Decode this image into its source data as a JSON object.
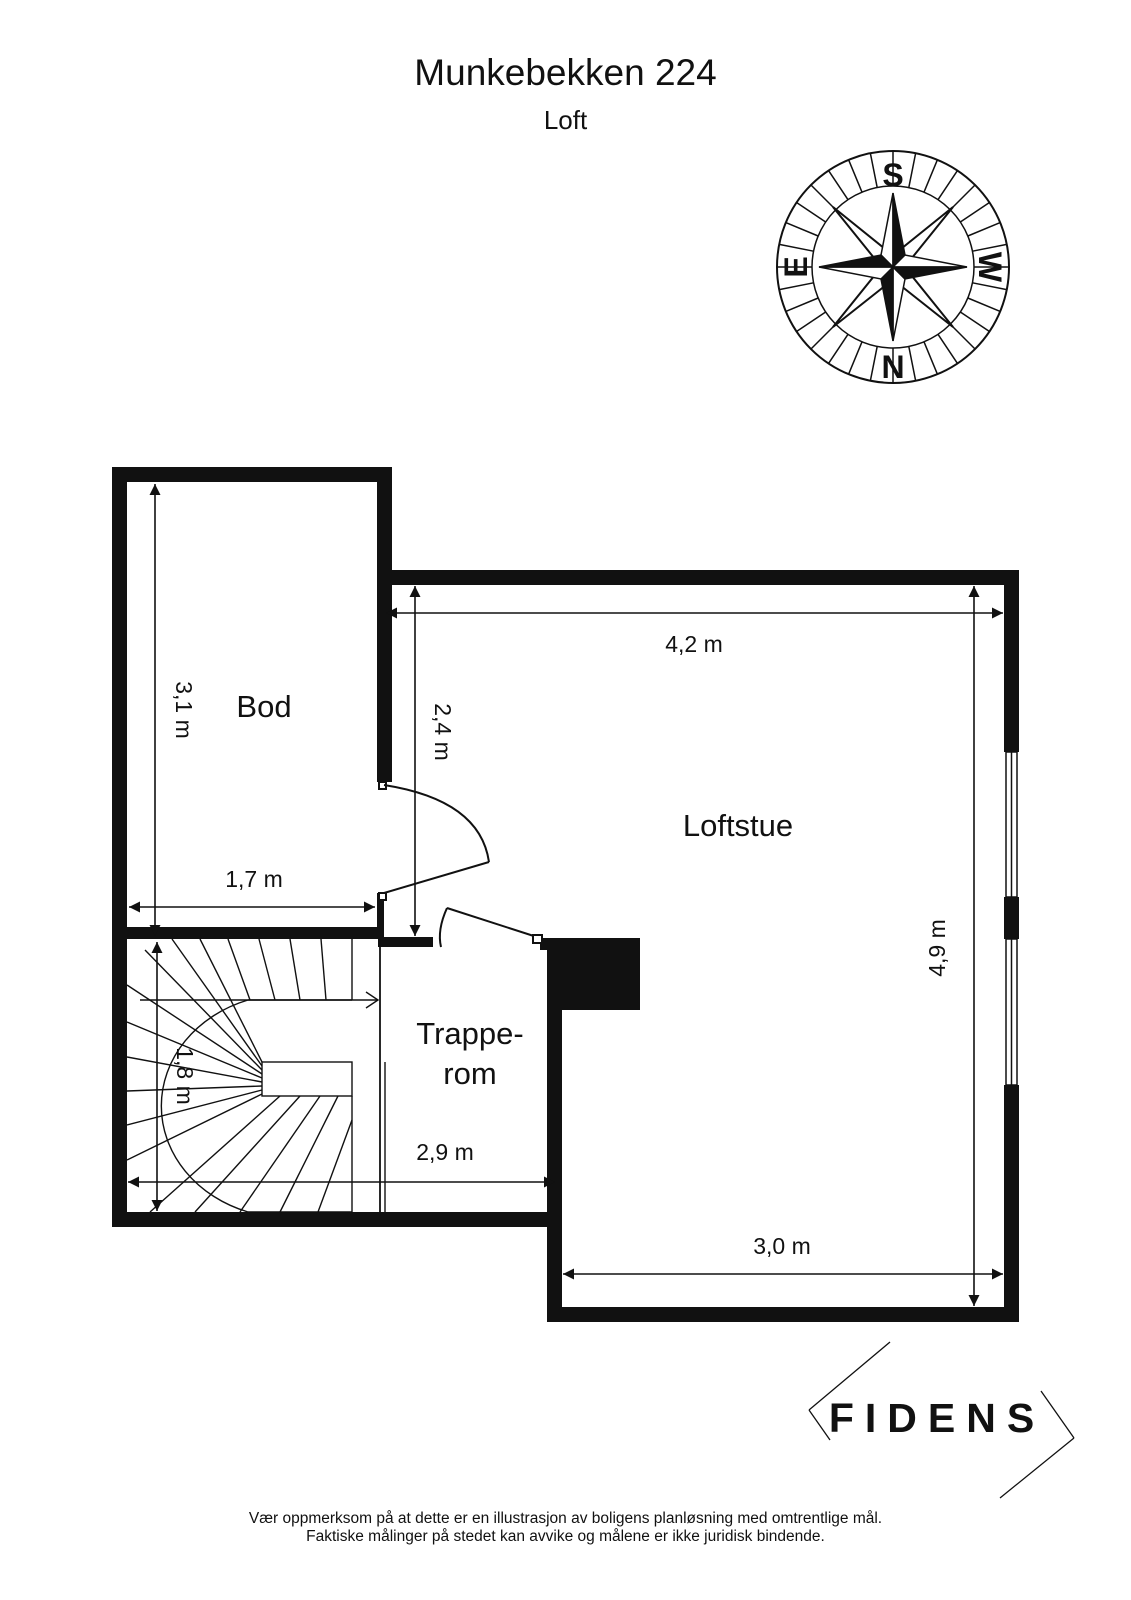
{
  "header": {
    "title": "Munkebekken 224",
    "subtitle": "Loft"
  },
  "compass": {
    "north": "N",
    "south": "S",
    "east": "E",
    "west": "W"
  },
  "rooms": {
    "bod": "Bod",
    "loftstue": "Loftstue",
    "trapperom_line1": "Trappe-",
    "trapperom_line2": "rom"
  },
  "dimensions": {
    "bod_height": "3,1 m",
    "bod_width": "1,7 m",
    "loftstue_top_width": "4,2 m",
    "loftstue_left_height": "2,4 m",
    "loftstue_right_height": "4,9 m",
    "loftstue_bottom_width": "3,0 m",
    "stair_height": "1,8 m",
    "stair_width": "2,9 m"
  },
  "logo": {
    "text": "FIDENS"
  },
  "footer": {
    "line1": "Vær oppmerksom på at dette er en illustrasjon av boligens planløsning med omtrentlige mål.",
    "line2": "Faktiske målinger på stedet kan avvike og målene er ikke juridisk bindende."
  }
}
